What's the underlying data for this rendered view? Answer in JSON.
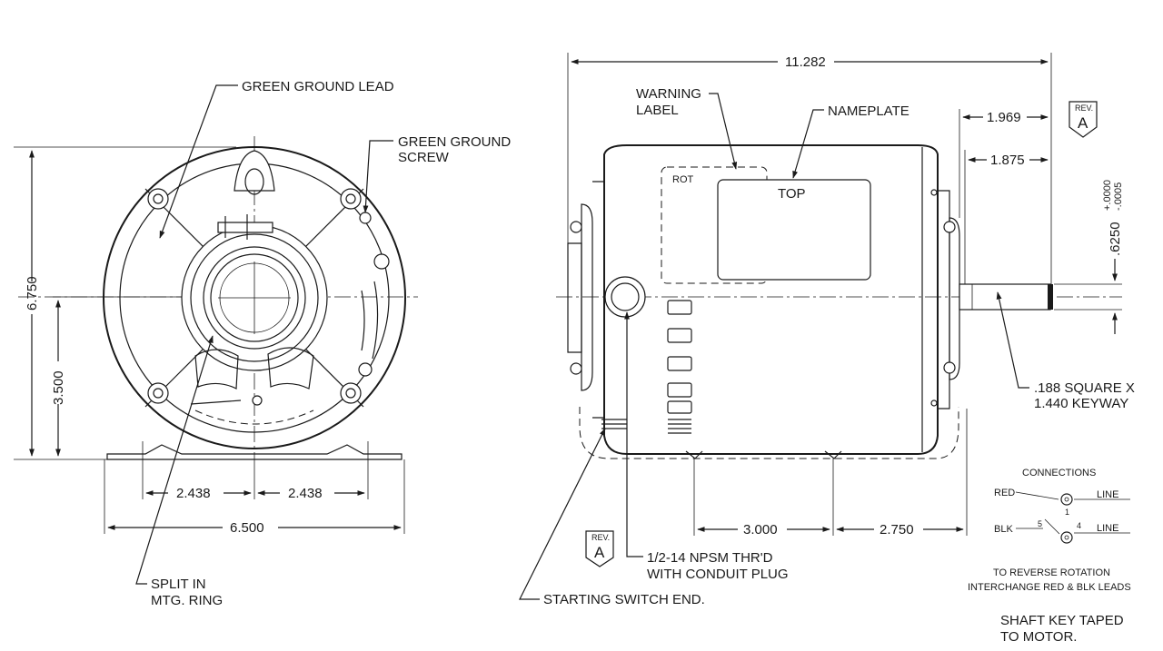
{
  "front_view": {
    "callouts": {
      "ground_lead": "GREEN GROUND LEAD",
      "ground_screw_1": "GREEN GROUND",
      "ground_screw_2": "SCREW",
      "split_ring_1": "SPLIT IN",
      "split_ring_2": "MTG. RING"
    },
    "dimensions": {
      "height": "6.750",
      "center_height": "3.500",
      "half_width_left": "2.438",
      "half_width_right": "2.438",
      "base_width": "6.500"
    }
  },
  "side_view": {
    "callouts": {
      "warning_1": "WARNING",
      "warning_2": "LABEL",
      "nameplate": "NAMEPLATE",
      "top": "TOP",
      "rot": "ROT",
      "keyway_1": ".188 SQUARE X",
      "keyway_2": "1.440 KEYWAY",
      "conduit_1": "1/2-14 NPSM THR'D",
      "conduit_2": "WITH CONDUIT PLUG",
      "switch_end": "STARTING SWITCH END."
    },
    "dimensions": {
      "overall_length": "11.282",
      "shaft_length": "1.969",
      "shaft_flat": "1.875",
      "shaft_diameter": ".6250",
      "tol_plus": "+.0000",
      "tol_minus": "-.0005",
      "mount_spacing": "3.000",
      "mount_to_end": "2.750"
    }
  },
  "revision": {
    "label": "REV.",
    "letter": "A"
  },
  "connections": {
    "title": "CONNECTIONS",
    "red": "RED",
    "blk": "BLK",
    "line_1": "LINE",
    "line_2": "LINE",
    "terminal_1": "1",
    "terminal_4": "4",
    "terminal_5": "5",
    "note_1": "TO REVERSE ROTATION",
    "note_2": "INTERCHANGE RED & BLK LEADS"
  },
  "shaft_note": {
    "line_1": "SHAFT KEY TAPED",
    "line_2": "TO MOTOR."
  }
}
